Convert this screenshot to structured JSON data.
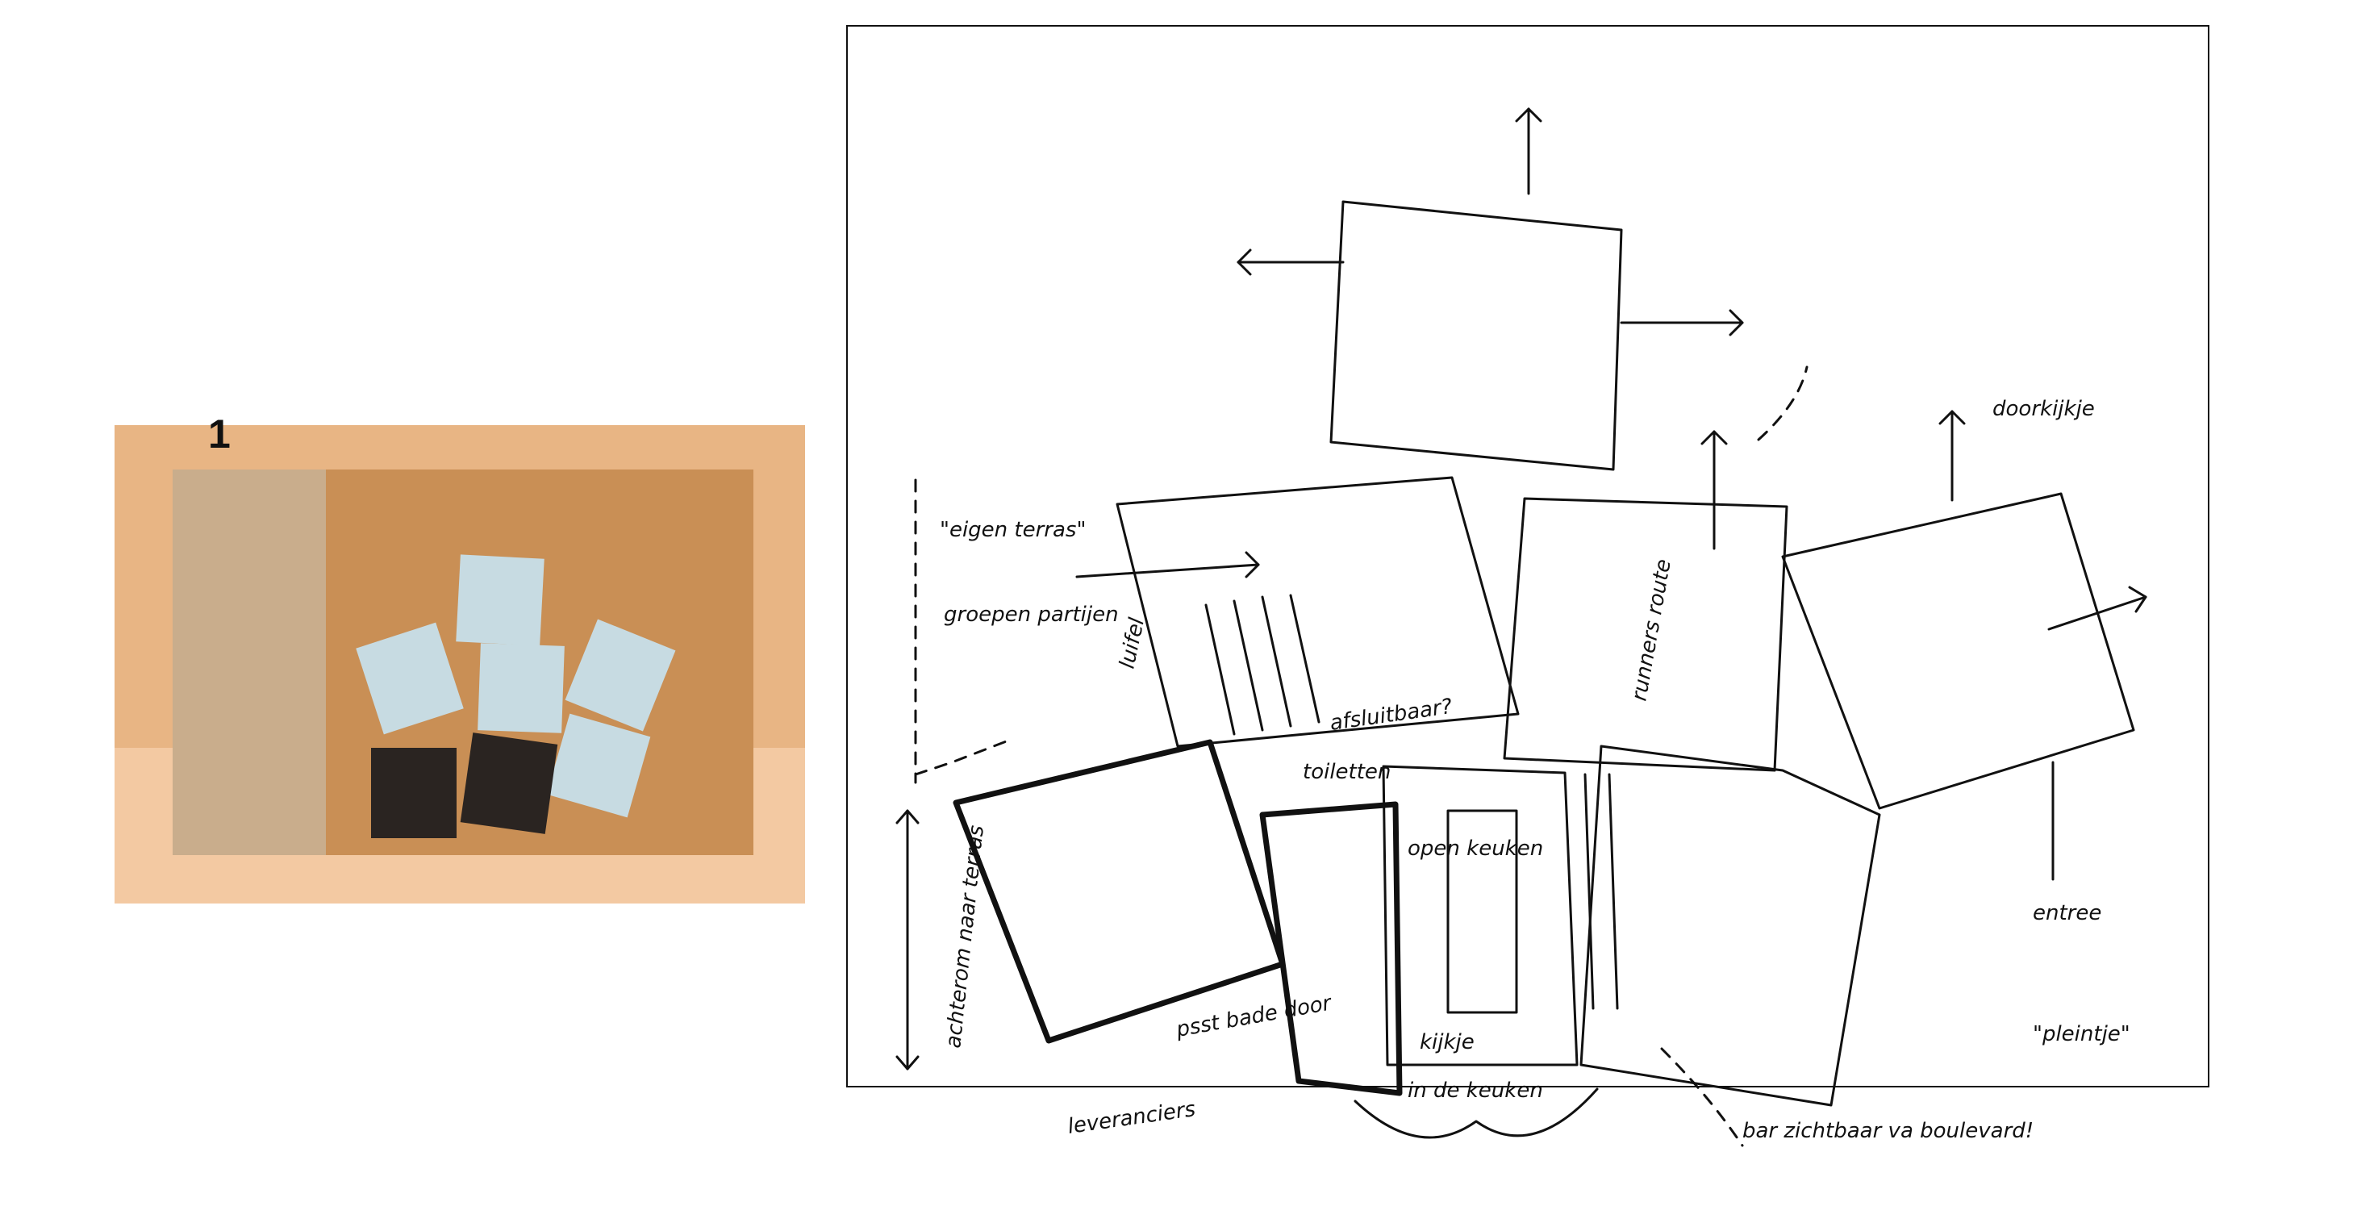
{
  "photo": {
    "number": "1",
    "colors": {
      "wall_top": "#e8b584",
      "wall_bottom": "#f3c9a2",
      "grey_board": "#c9ad8c",
      "brown_board": "#c98f55",
      "light_square": "#c7dbe2",
      "dark_square": "#2a2421"
    }
  },
  "sketch": {
    "labels": {
      "eigen_terras": "\"eigen terras\"",
      "groepen": "groepen partijen",
      "luifel": "luifel",
      "afsluitbaar": "afsluitbaar?",
      "toiletten": "toiletten",
      "runners_route": "runners route",
      "doorkijkje": "doorkijkje",
      "open_keuken": "open keuken",
      "achterom": "achterom naar terras",
      "psst": "psst bade door",
      "kijkje": "kijkje",
      "in_de_keuken": "in de keuken",
      "leveranciers": "leveranciers",
      "bar": "bar zichtbaar va boulevard!",
      "entree": "entree",
      "pleintje": "\"pleintje\""
    }
  }
}
